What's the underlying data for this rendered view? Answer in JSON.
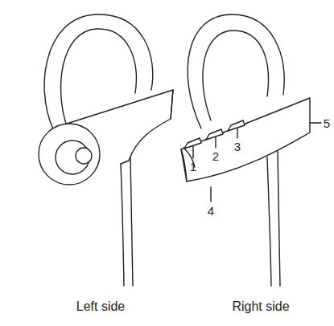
{
  "diagram": {
    "labels": [
      "1",
      "2",
      "3",
      "4",
      "5",
      "Left side",
      "Right side"
    ]
  }
}
